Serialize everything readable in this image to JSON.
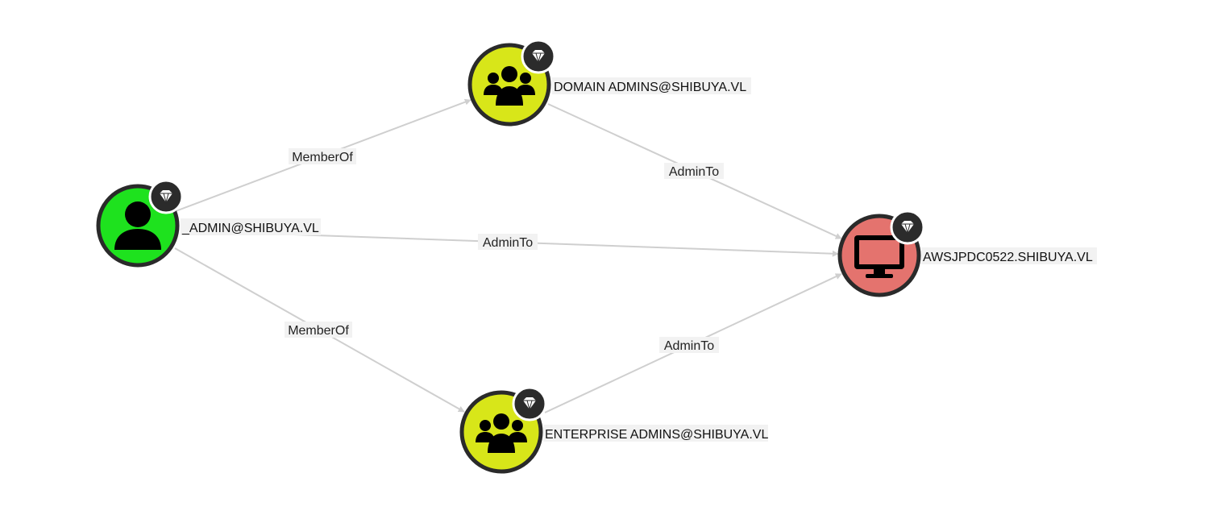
{
  "graph": {
    "nodes": [
      {
        "id": "user",
        "label": "_ADMIN@SHIBUYA.VL",
        "kind": "user",
        "icon": "user-icon",
        "badge_icon": "gem-icon",
        "fill": "#1ee21e"
      },
      {
        "id": "da",
        "label": "DOMAIN ADMINS@SHIBUYA.VL",
        "kind": "group",
        "icon": "group-icon",
        "badge_icon": "gem-icon",
        "fill": "#d8e619"
      },
      {
        "id": "ea",
        "label": "ENTERPRISE ADMINS@SHIBUYA.VL",
        "kind": "group",
        "icon": "group-icon",
        "badge_icon": "gem-icon",
        "fill": "#d8e619"
      },
      {
        "id": "dc",
        "label": "AWSJPDC0522.SHIBUYA.VL",
        "kind": "computer",
        "icon": "computer-icon",
        "badge_icon": "gem-icon",
        "fill": "#e4736e"
      }
    ],
    "edges": [
      {
        "from": "user",
        "to": "da",
        "label": "MemberOf"
      },
      {
        "from": "user",
        "to": "ea",
        "label": "MemberOf"
      },
      {
        "from": "user",
        "to": "dc",
        "label": "AdminTo"
      },
      {
        "from": "da",
        "to": "dc",
        "label": "AdminTo"
      },
      {
        "from": "ea",
        "to": "dc",
        "label": "AdminTo"
      }
    ],
    "colors": {
      "edge": "#cfcfcf",
      "node_ring": "#2a2a2a",
      "badge": "#2b2b2b"
    }
  }
}
